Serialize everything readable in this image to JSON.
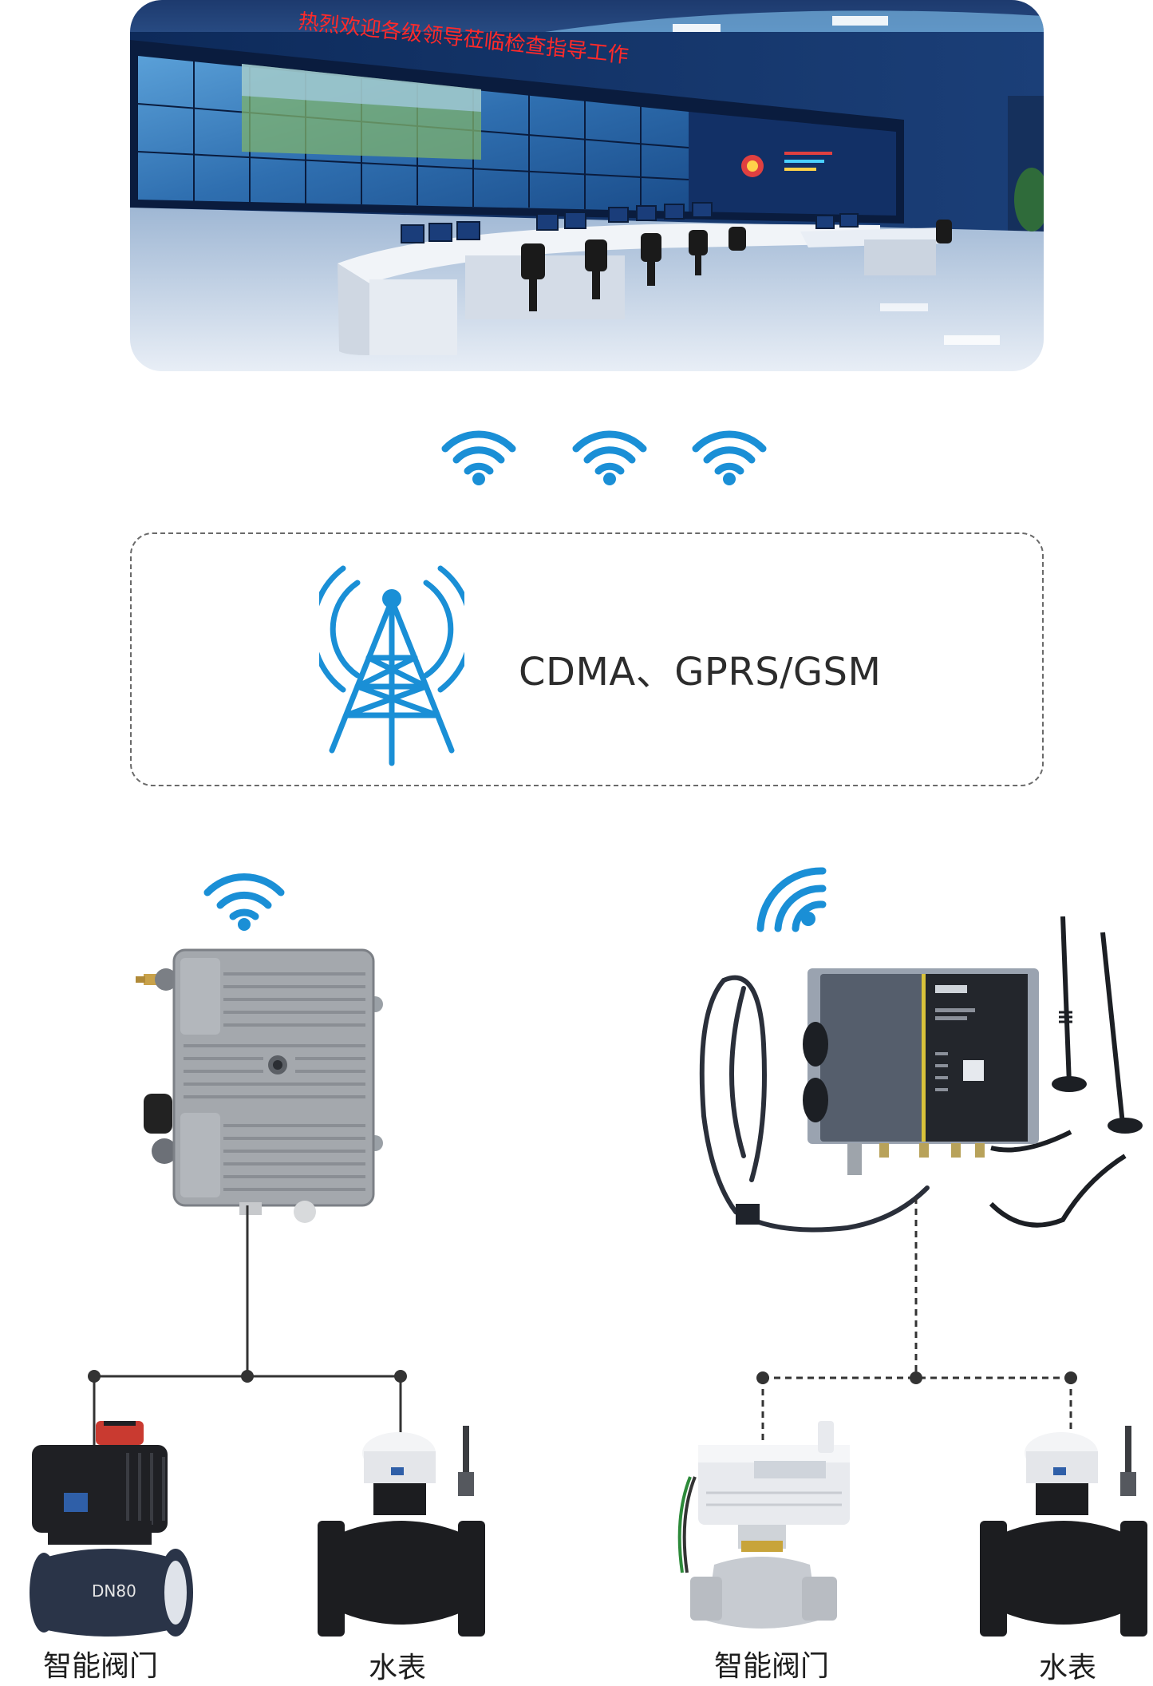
{
  "hero": {
    "banner_text": "热烈欢迎各级领导莅临检查指导工作"
  },
  "network": {
    "label": "CDMA、GPRS/GSM"
  },
  "colors": {
    "accent_blue": "#1a8fd6",
    "line": "#333333",
    "dashed_box": "#6a6a6a"
  },
  "devices": {
    "left_collector": "rtu-box",
    "right_collector": "data-concentrator-with-antennas"
  },
  "captions": {
    "left_valve": "智能阀门",
    "left_meter": "水表",
    "right_valve": "智能阀门",
    "right_meter": "水表"
  }
}
